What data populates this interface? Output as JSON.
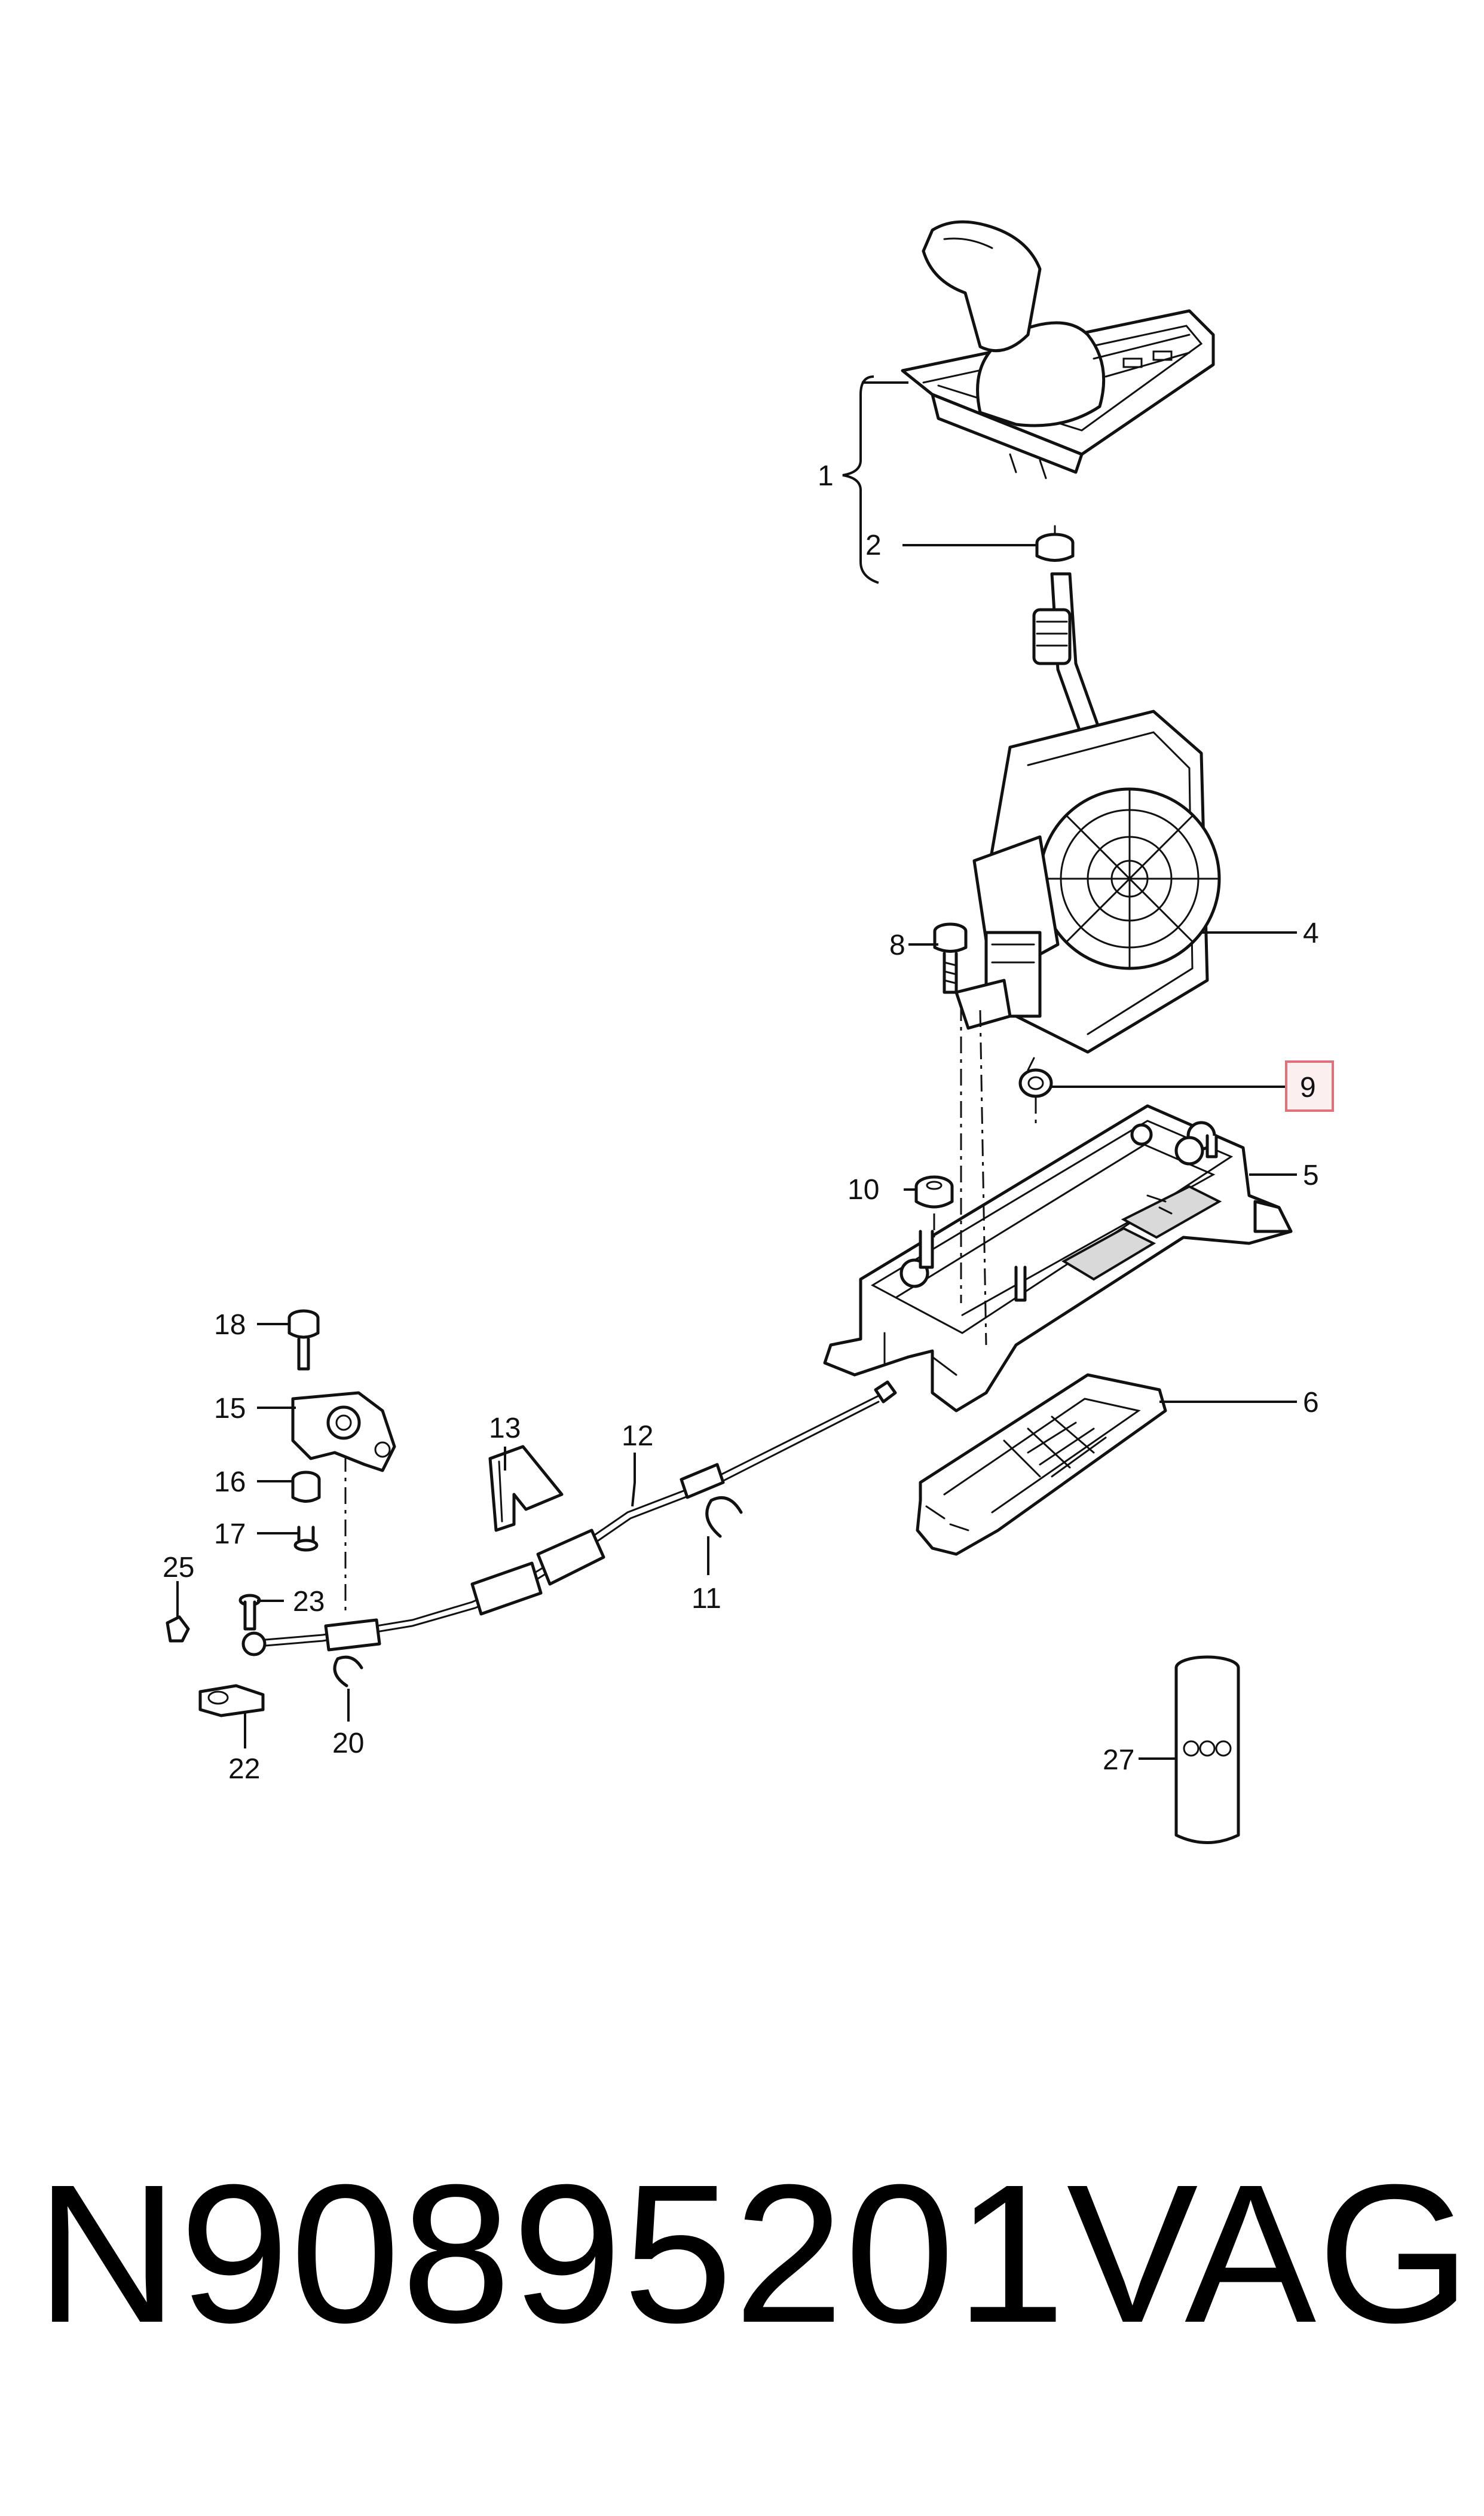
{
  "callouts": {
    "c1": "1",
    "c2": "2",
    "c4": "4",
    "c5": "5",
    "c6": "6",
    "c8": "8",
    "c9": "9",
    "c10": "10",
    "c11": "11",
    "c12": "12",
    "c13": "13",
    "c15": "15",
    "c16": "16",
    "c17": "17",
    "c18": "18",
    "c20": "20",
    "c22": "22",
    "c23": "23",
    "c25": "25",
    "c27": "27"
  },
  "highlight": {
    "callout": "9",
    "border_color": "#e0707a",
    "fill_color": "#fbeff0"
  },
  "footer": {
    "part_number": "N90895201",
    "brand": "VAG"
  }
}
